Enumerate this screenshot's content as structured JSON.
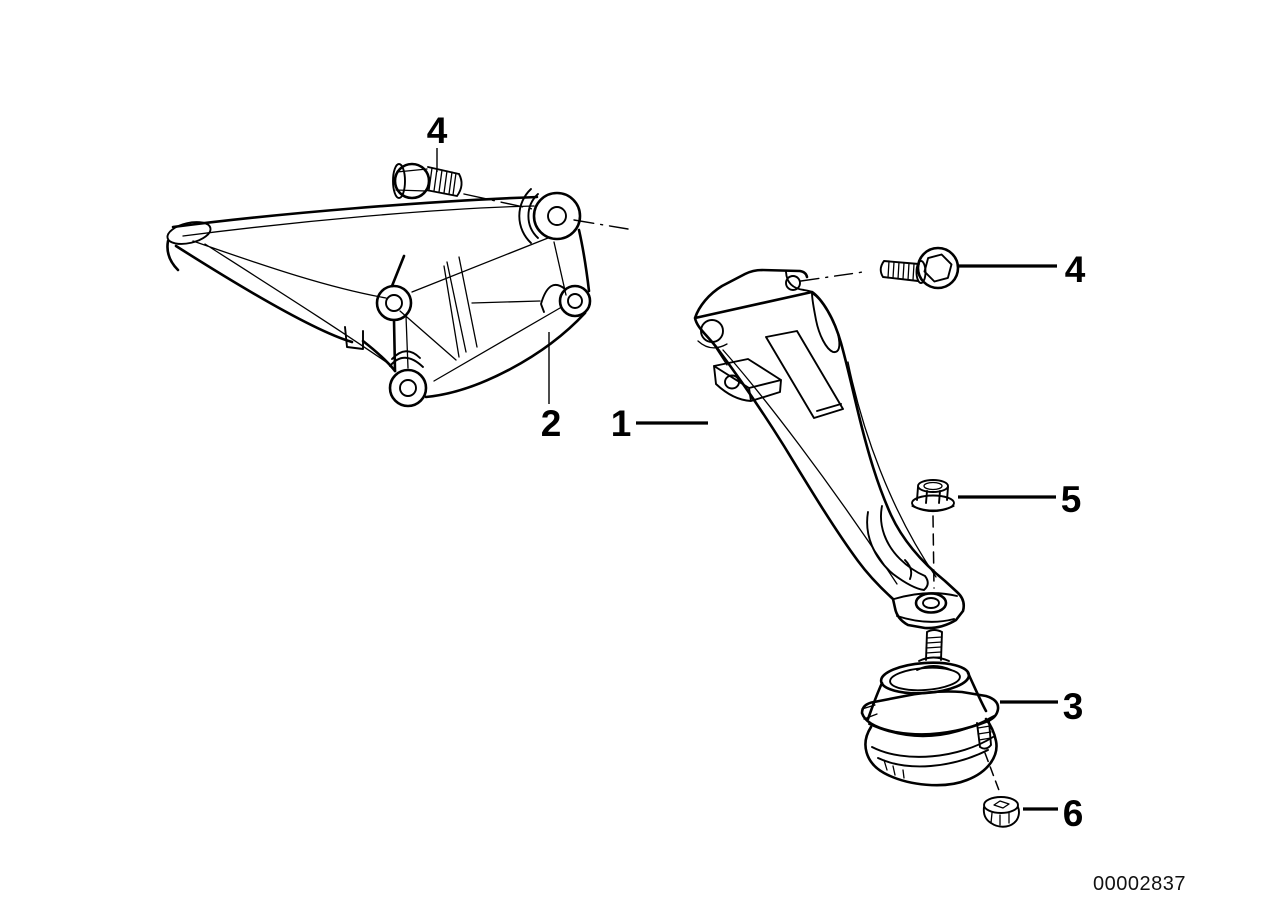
{
  "diagram": {
    "background_color": "#ffffff",
    "line_color": "#000000",
    "drawing_number": "00002837",
    "callouts": [
      {
        "number": "1"
      },
      {
        "number": "2"
      },
      {
        "number": "3"
      },
      {
        "number": "4"
      },
      {
        "number": "4"
      },
      {
        "number": "5"
      },
      {
        "number": "6"
      }
    ]
  }
}
